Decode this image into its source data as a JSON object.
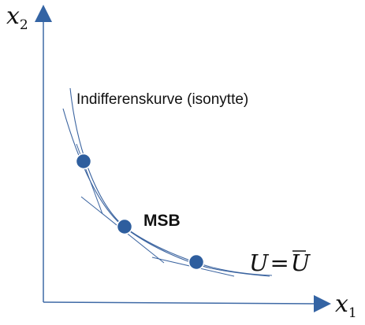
{
  "axes": {
    "y": {
      "symbol": "x",
      "subscript": "2"
    },
    "x": {
      "symbol": "x",
      "subscript": "1"
    }
  },
  "curve_label": "Indifferenskurve (isonytte)",
  "point_label": "MSB",
  "equation": {
    "lhs": "U",
    "op": "=",
    "rhs": "U",
    "rhs_bar": "‾"
  },
  "colors": {
    "axis": "#3464a4",
    "curve": "#3b64a0",
    "point": "#2e5e9e",
    "text": "#111111"
  }
}
